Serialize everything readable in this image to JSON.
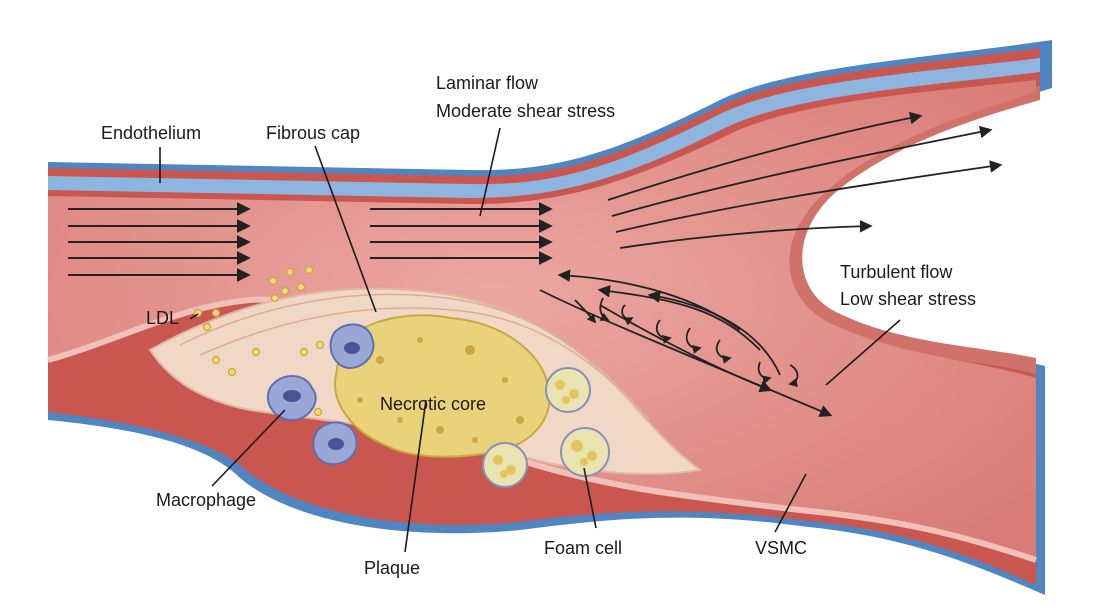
{
  "labels": {
    "endothelium": "Endothelium",
    "fibrous_cap": "Fibrous cap",
    "laminar_1": "Laminar flow",
    "laminar_2": "Moderate shear stress",
    "turbulent_1": "Turbulent flow",
    "turbulent_2": "Low shear stress",
    "ldl": "LDL",
    "necrotic_core": "Necrotic core",
    "macrophage": "Macrophage",
    "plaque": "Plaque",
    "foam_cell": "Foam cell",
    "vsmc": "VSMC"
  },
  "colors": {
    "lumen": "#e08a86",
    "lumen_light": "#eaa19c",
    "vessel_wall": "#c9564f",
    "endothelium_blue": "#6a9ed2",
    "adventitia_blue": "#4f86c2",
    "plaque_fibrous": "#f1d7c6",
    "necrotic_core": "#e9d27a",
    "ldl": "#f4d97a",
    "macrophage": "#9aa7d6",
    "foam_cell": "#e8e3b0",
    "arrow": "#222222"
  }
}
